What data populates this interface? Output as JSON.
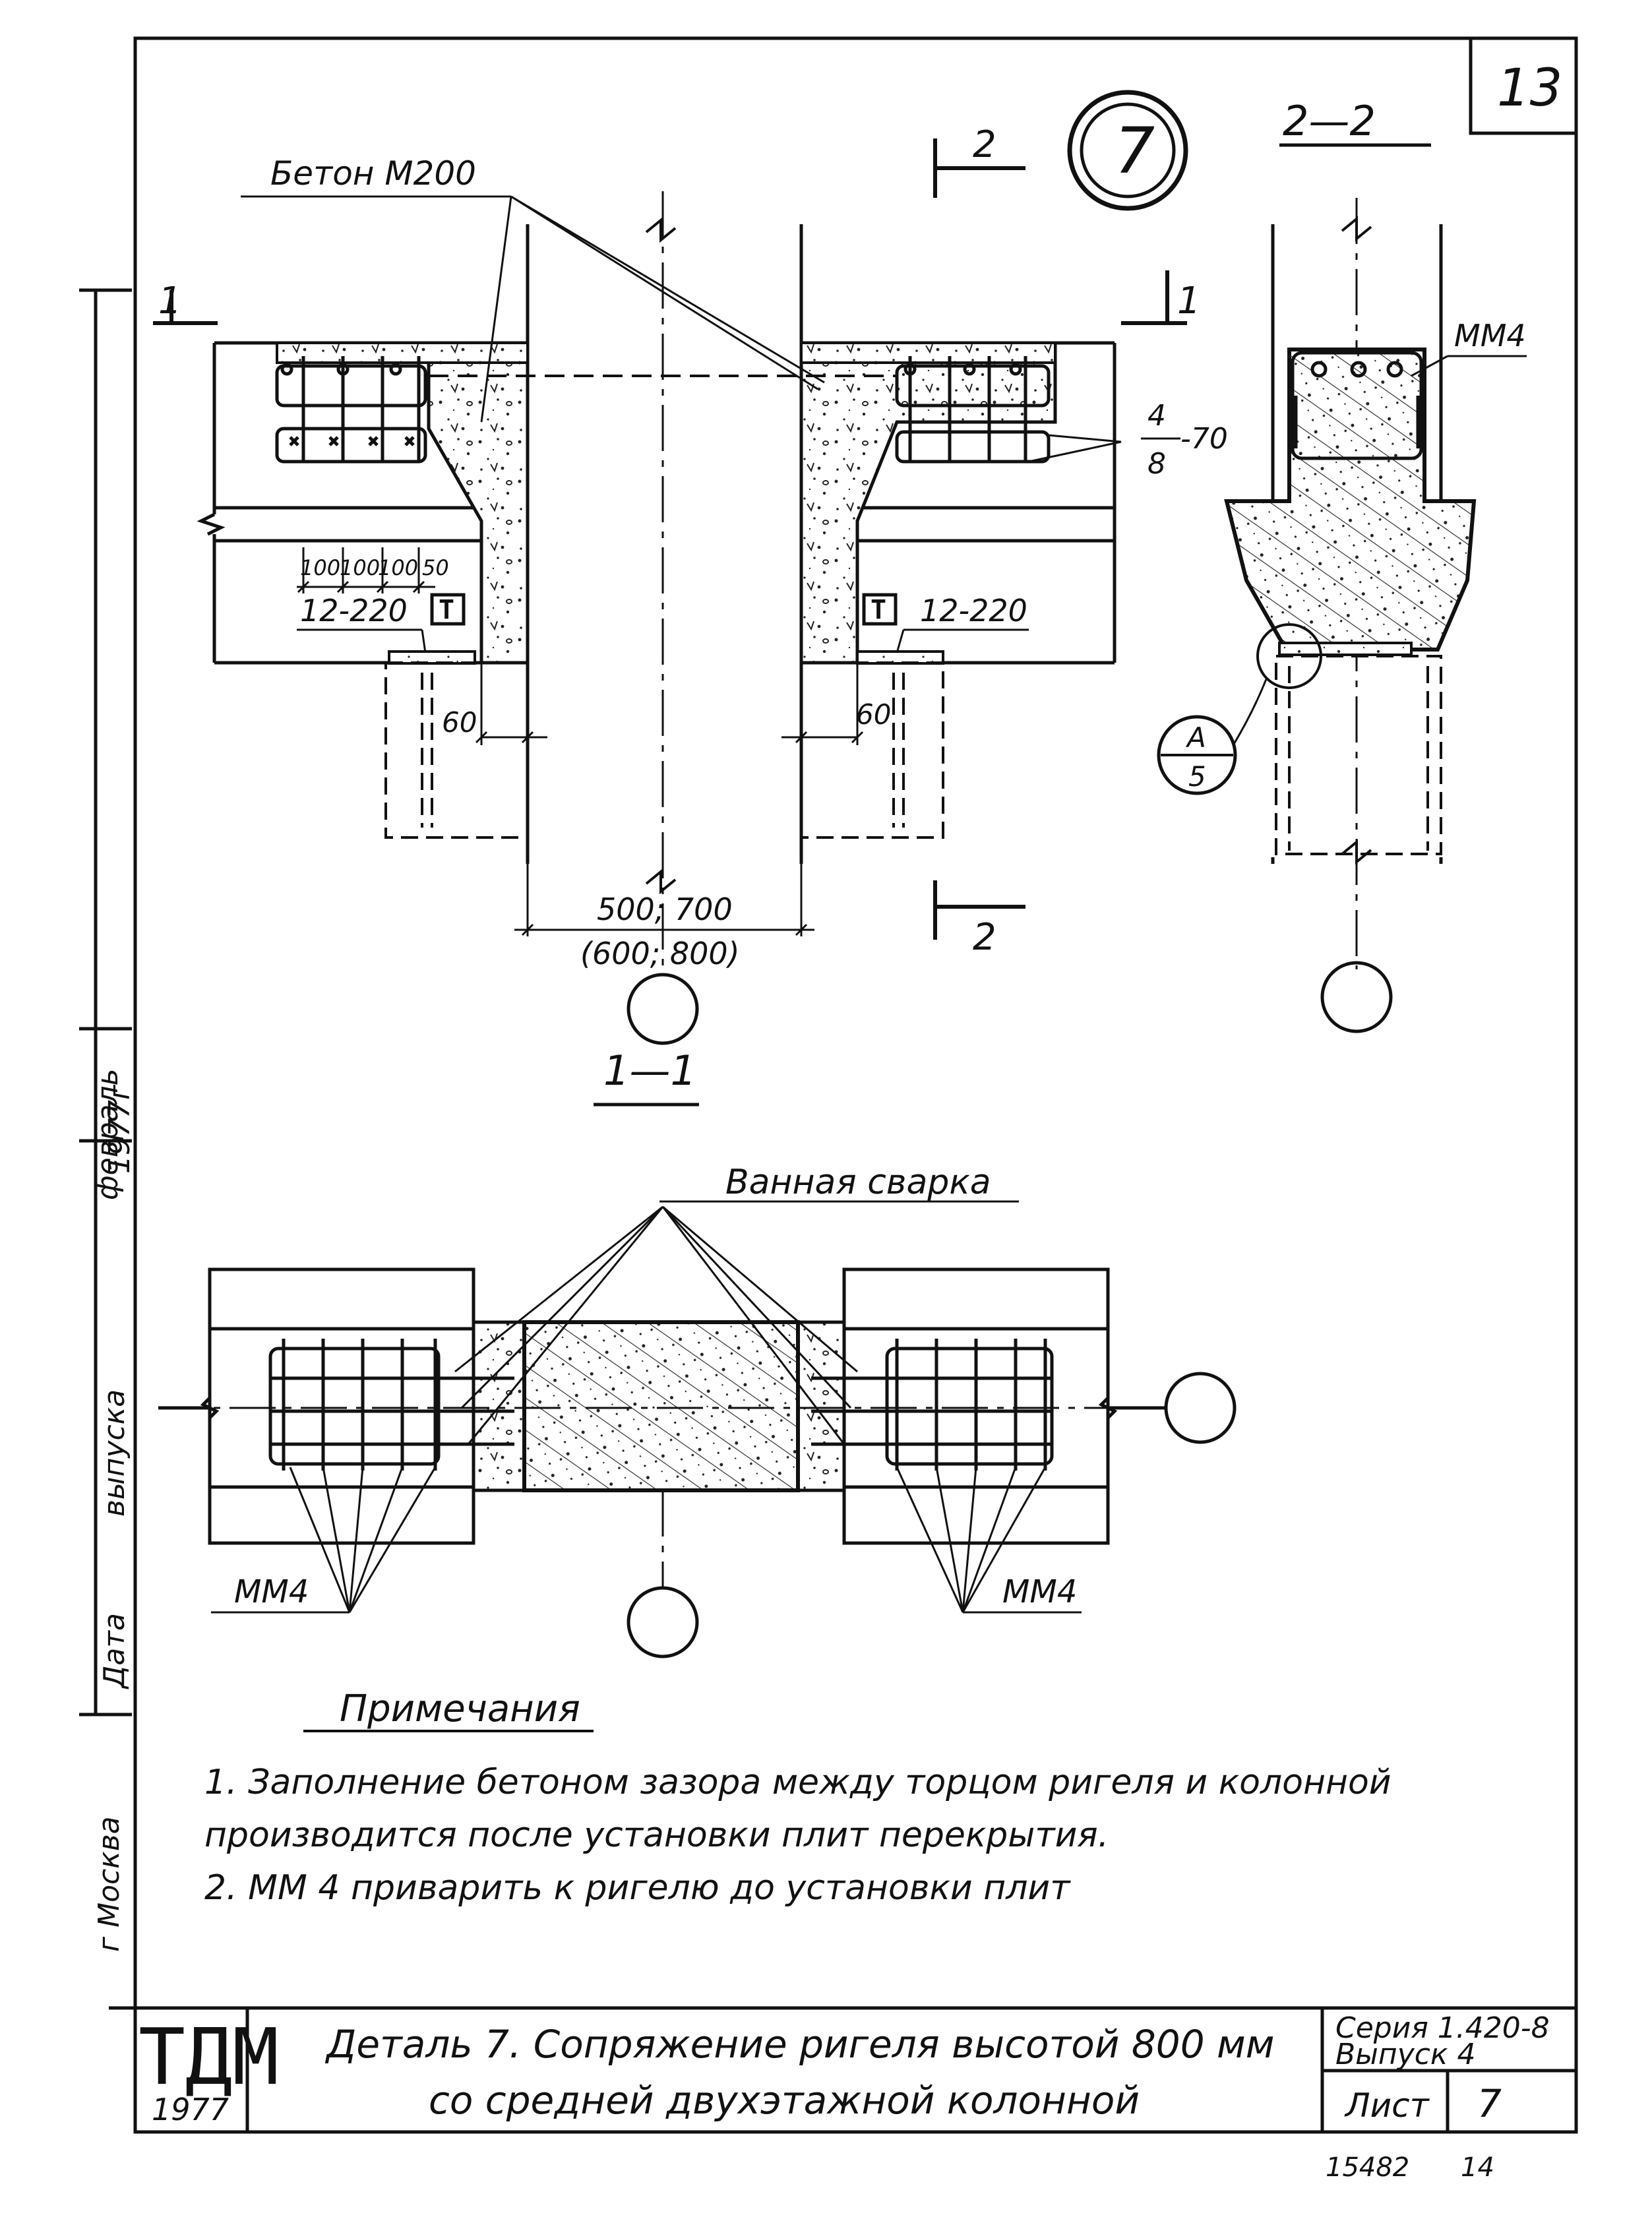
{
  "sheet": {
    "sheet_number": "13",
    "detail_number": "7",
    "sheet_label": "Лист",
    "sheet_value": "7",
    "series": "Серия 1.420-8",
    "issue": "Выпуск 4",
    "logo_text": "ТДМ",
    "logo_year": "1977",
    "title_line1": "Деталь 7. Сопряжение ригеля высотой 800 мм",
    "title_line2": "со средней двухэтажной колонной",
    "footer_code": "15482",
    "footer_page": "14",
    "left_margin": {
      "city": "г Москва",
      "date_label": "Дата",
      "issue_label": "выпуска",
      "date_value": "1977г",
      "month": "февраль"
    }
  },
  "elevation": {
    "concrete_label": "Бетон М200",
    "section_mark_1": "1",
    "section_mark_2": "2",
    "plate_label_left": "12-220",
    "plate_label_right": "12-220",
    "t_mark": "Т",
    "dim_100_a": "100",
    "dim_100_b": "100",
    "dim_100_c": "100",
    "dim_50": "50",
    "dim_60_left": "60",
    "dim_60_right": "60",
    "bars_num": "4",
    "bars_den": "8",
    "bars_suffix": "-70",
    "col_width": "500; 700",
    "col_width_alt": "(600; 800)"
  },
  "section22": {
    "title": "2—2",
    "mm4": "ММ4",
    "callout_top": "А",
    "callout_bottom": "5"
  },
  "section11": {
    "title": "1—1",
    "weld_label": "Ванная сварка",
    "mm4_left": "ММ4",
    "mm4_right": "ММ4"
  },
  "notes": {
    "heading": "Примечания",
    "items": [
      "1.  Заполнение  бетоном  зазора  между торцом  ригеля  и  колонной",
      "     производится  после  установки  плит  перекрытия.",
      "2.  ММ 4  приварить  к ригелю  до  установки  плит"
    ]
  }
}
